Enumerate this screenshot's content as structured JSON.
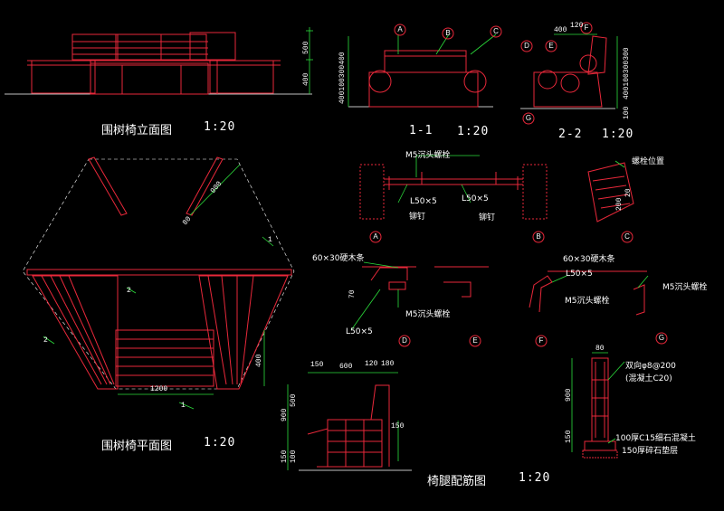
{
  "titles": {
    "elevation": "围树椅立面图",
    "elevation_scale": "1:20",
    "plan": "围树椅平面图",
    "plan_scale": "1:20",
    "section11": "1-1",
    "section11_scale": "1:20",
    "section22": "2-2",
    "section22_scale": "1:20",
    "leg": "椅腿配筋图",
    "leg_scale": "1:20"
  },
  "callouts": [
    "A",
    "B",
    "C",
    "D",
    "E",
    "F",
    "G"
  ],
  "annotations": {
    "m5_bolt": "M5沉头螺栓",
    "angle_50x5": "L50×5",
    "rivet": "铆钉",
    "bolt_pos": "螺栓位置",
    "hardwood": "60×30硬木条",
    "rebar": "双向φ8@200",
    "concrete": "(混凝土C20)",
    "c15": "100厚C15细石混凝土",
    "gravel": "150厚碎石垫层"
  },
  "dims": {
    "e500": "500",
    "e400": "400",
    "s11": "400100300400",
    "s22_400": "400",
    "s22_120": "120",
    "s22v": "400100300300",
    "s22_100": "100",
    "p900": "900",
    "p80": "80",
    "p1200": "1200",
    "p400": "400",
    "p1": "1",
    "p2": "2",
    "dc_200": "200",
    "dc_20": "20",
    "d70": "70",
    "leg150": "150",
    "leg600": "600",
    "leg120": "120",
    "leg180": "180",
    "leg900": "900",
    "leg500": "500",
    "leg100": "100",
    "leg150b": "150",
    "leg150v": "150",
    "g80": "80",
    "g900": "900",
    "g150": "150"
  },
  "colors": {
    "red": "#e8283a",
    "white": "#ffffff",
    "green": "#2bdc3b",
    "bg": "#000000"
  }
}
